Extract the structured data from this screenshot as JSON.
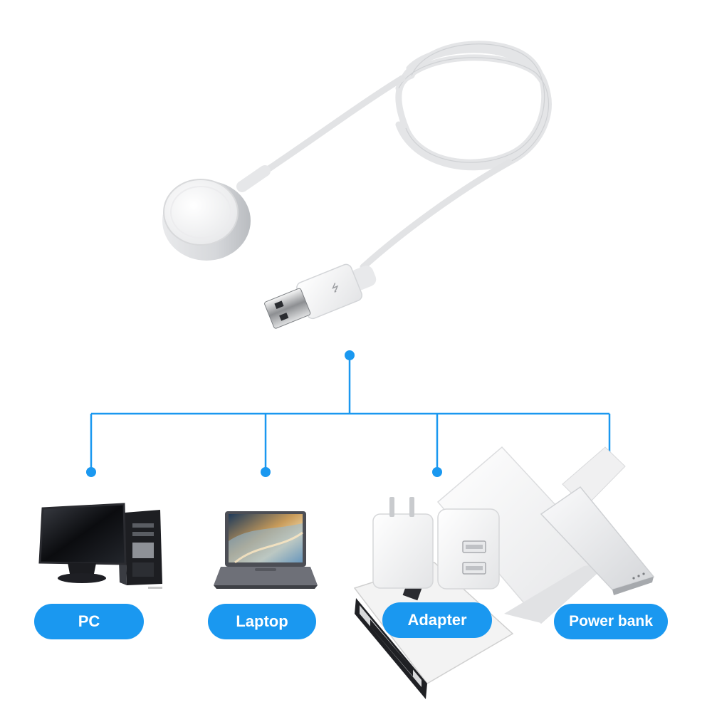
{
  "theme": {
    "accent": "#1a98f0"
  },
  "product": {
    "name": "magnetic-charging-cable-icon"
  },
  "labels": {
    "pc": "PC",
    "laptop": "Laptop",
    "adapter": "Adapter",
    "power_bank": "Power bank"
  },
  "icons": {
    "pc": "desktop-computer-icon",
    "laptop": "laptop-icon",
    "adapter": "wall-adapter-icon",
    "power_bank": "power-bank-icon"
  }
}
